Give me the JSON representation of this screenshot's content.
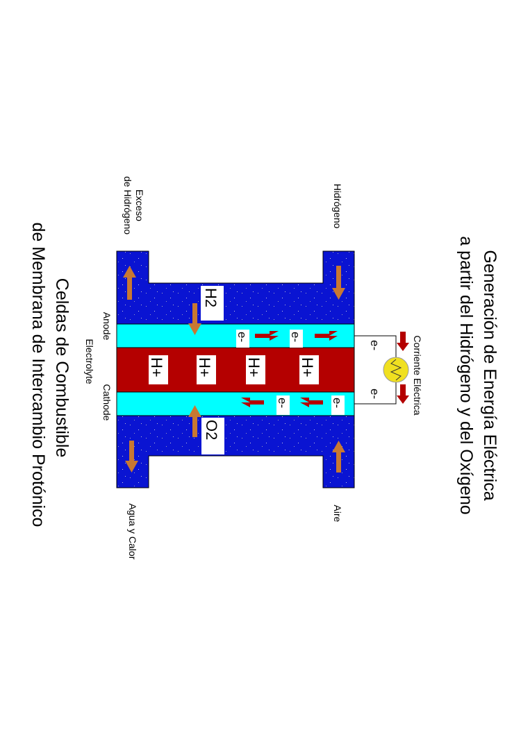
{
  "title": {
    "line1": "Generación de Energía Eléctrica",
    "line2": "a partir del Hidrógeno y del Oxígeno"
  },
  "subtitle": {
    "line1": "Celdas de Combustible",
    "line2": "de Membrana de Intercambio Protónico"
  },
  "labels": {
    "hydrogen_in": "Hidrógeno",
    "hydrogen_excess_1": "Exceso",
    "hydrogen_excess_2": "de Hidrógeno",
    "air_in": "Aire",
    "water_heat_out": "Agua y Calor",
    "current": "Corriente Eléctrica",
    "anode": "Anode",
    "electrolyte": "Electrolyte",
    "cathode": "Cathode"
  },
  "species": {
    "h2": "H2",
    "o2": "O2",
    "proton": "H+",
    "electron": "e-"
  },
  "colors": {
    "flow_plate": "#0a14d2",
    "electrode": "#00ffff",
    "electrolyte": "#b40000",
    "gas_arrow": "#c87832",
    "electron_arrow": "#b40000",
    "bulb": "#f0e020"
  }
}
